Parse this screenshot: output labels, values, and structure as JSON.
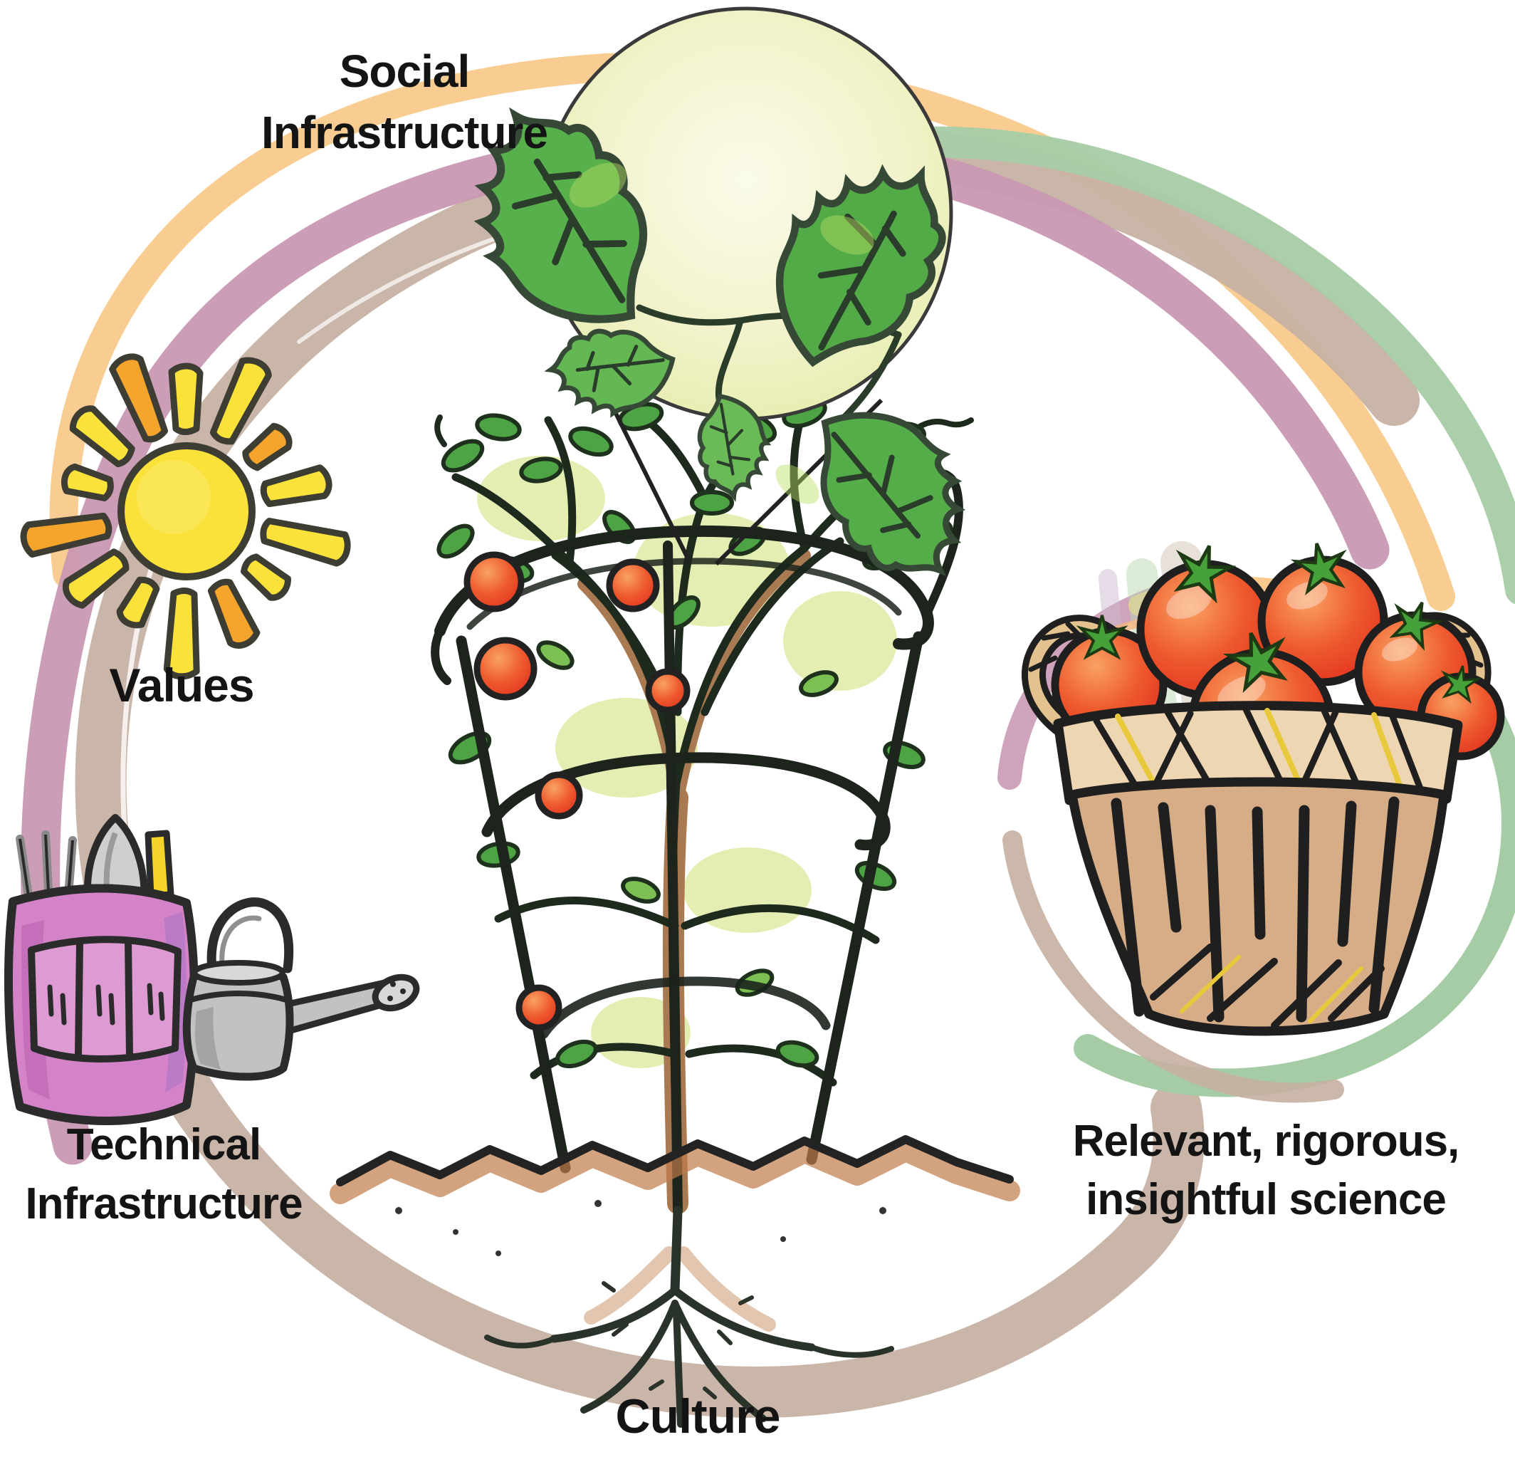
{
  "figure": {
    "type": "hand-drawn conceptual illustration (garden metaphor for science culture)",
    "labels": {
      "social_infrastructure": {
        "line1": "Social",
        "line2": "Infrastructure"
      },
      "values": "Values",
      "technical_infrastructure": {
        "line1": "Technical",
        "line2": "Infrastructure"
      },
      "culture": "Culture",
      "science_outcome": {
        "line1": "Relevant, rigorous,",
        "line2": "insightful science"
      }
    },
    "illustration_parts": {
      "leaf_detail_circle": "magnified circle showing tomato-plant leaves",
      "sun": "sun with yellow and orange rays",
      "garden_tools": "pink tool bag holding hand fork, trowel and yellow-handled tool",
      "watering_can": "grey watering can",
      "tomato_plant": "tomato plant growing in a wire cage with roots in soil",
      "tomato_basket": "wicker basket full of ripe tomatoes",
      "arcs": "sweeping watercolor arcs connecting the elements in a circle"
    },
    "colors": {
      "arc_orange": "#f9ca8c",
      "arc_pink": "#c998b2",
      "arc_tan": "#c6b0a2",
      "arc_green": "#a6cca6",
      "sun_yellow": "#fbe23a",
      "ray_orange": "#f5a52b",
      "leaf_green": "#58b04c",
      "circle_fill": "#f2f3cd",
      "tomato_red": "#e8432b",
      "calyx_green": "#46a13a",
      "bag_pink": "#d583c8",
      "can_grey": "#c2c2c2",
      "basket_tan": "#d6ad86",
      "soil_brown": "#c07c48",
      "ink": "#1f1f1f",
      "text": "#141414"
    }
  }
}
